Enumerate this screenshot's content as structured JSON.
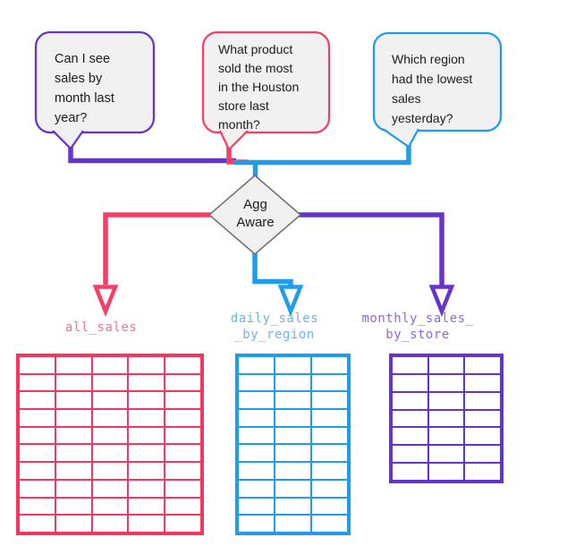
{
  "questions": [
    {
      "text": "Can I see\nsales by\nmonth last\nyear?",
      "accent": "#6633cc"
    },
    {
      "text": "What product\nsold the most\nin the Houston\nstore last\nmonth?",
      "accent": "#f83e65"
    },
    {
      "text": "Which region\nhad the lowest\nsales\nyesterday?",
      "accent": "#1f9ceb"
    }
  ],
  "decision": {
    "label": "Agg\nAware"
  },
  "tables": [
    {
      "label": "all_sales",
      "columns": 5,
      "rows": 10,
      "color": "#f8355f",
      "label_color": "#ee7394"
    },
    {
      "label": "daily_sales\n_by_region",
      "columns": 3,
      "rows": 10,
      "color": "#1f9ceb",
      "label_color": "#6db4ea"
    },
    {
      "label": "monthly_sales_\nby_store",
      "columns": 3,
      "rows": 7,
      "color": "#6633cc",
      "label_color": "#8f6ad2"
    }
  ],
  "colors": {
    "purple": "#6633cc",
    "pink": "#f83e65",
    "blue": "#1f9ceb",
    "pink_light": "#ee7394",
    "blue_light": "#6db4ea",
    "purple_light": "#8f6ad2",
    "bubble_fill": "#f1f1f1",
    "diamond_fill": "#f0f0f0",
    "diamond_stroke": "#6e6e6e"
  }
}
